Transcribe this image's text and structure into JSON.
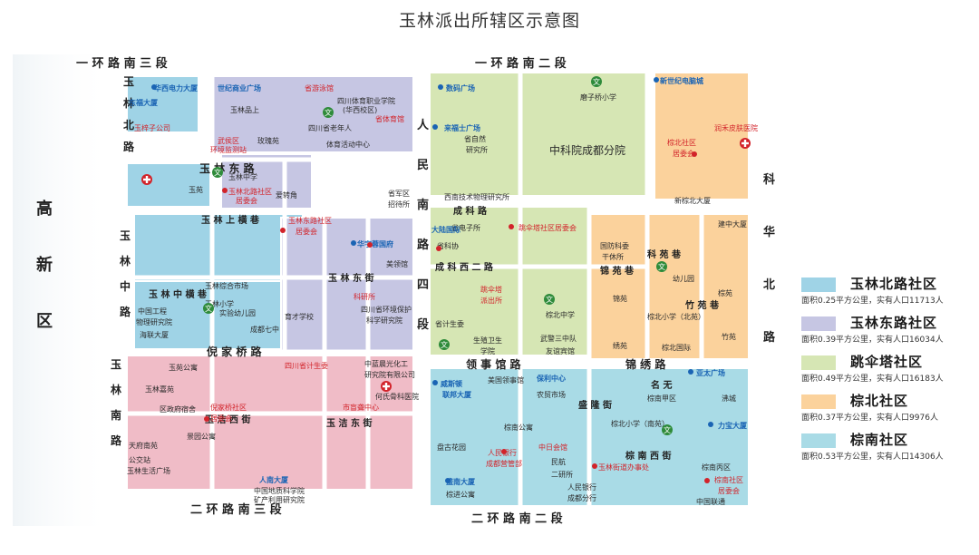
{
  "title": "玉林派出所辖区示意图",
  "colors": {
    "yulin_north": "#9fd3e6",
    "yulin_east": "#c6c6e3",
    "tiaosanta": "#d6e6b4",
    "zongbei": "#fbd29c",
    "zongnan": "#a9dbe6",
    "pink": "#f0bcc7",
    "road_text": "#222222",
    "label_blue": "#1a64b4",
    "label_red": "#d2232a",
    "hospital": "#d2232a",
    "school": "#2e8b3a"
  },
  "roads": {
    "north_west": "一 环 路 南 三 段",
    "north_east": "一 环 路 南 二 段",
    "south_west": "二 环 路 南 三 段",
    "south_east": "二 环 路 南 二 段",
    "gaoxin": [
      "高",
      "新",
      "区"
    ],
    "yulin_north_road": [
      "玉",
      "林",
      "北",
      "路"
    ],
    "yulin_middle_road": [
      "玉",
      "林",
      "中",
      "路"
    ],
    "yulin_south_road": [
      "玉",
      "林",
      "南",
      "路"
    ],
    "renmin_south_road_3": [
      "人",
      "民",
      "南",
      "路",
      "四",
      "段"
    ],
    "kehua_north_road": [
      "科",
      "华",
      "北",
      "路"
    ],
    "yulin_east_road": "玉 林 东 路",
    "yulin_xiang": "玉 林 上 横 巷",
    "yulin_zhong_xiang": "玉 林 中 横 巷",
    "nijia_qiao": "倪 家 桥 路",
    "lingshiguan": "领 事 馆 路",
    "jinxiu": "锦 绣 路",
    "yujie": "玉 洁 西 街",
    "yujie_east": "玉 洁 东 街",
    "yulin_south_street": "玉 林 东 街",
    "chengke_west_2": "成 科 西 二 路",
    "chengke": "成 科 路",
    "zongnan_west": "棕 南 西 街",
    "keyuan": "科 苑 巷",
    "jingyuan": "锦 苑 巷",
    "zhuyuan": "竹 苑 巷",
    "mingyu": "名 无",
    "shengxing": "盛 隆 街"
  },
  "labels": [
    {
      "id": "huaxi-power",
      "text": "华西电力大厦",
      "kind": "blue"
    },
    {
      "id": "dongfu",
      "text": "东福大厦",
      "kind": "blue"
    },
    {
      "id": "yuzi",
      "text": "玉梓子公司",
      "kind": "red"
    },
    {
      "id": "century-plaza",
      "text": "世纪商业广场",
      "kind": "blue"
    },
    {
      "id": "shengyou",
      "text": "省游泳馆",
      "kind": "red"
    },
    {
      "id": "sc-school",
      "text": "四川体育职业学院",
      "kind": "dark"
    },
    {
      "id": "huaxi-campus",
      "text": "(华西校区)",
      "kind": "dark"
    },
    {
      "id": "yulin-pin",
      "text": "玉林品上",
      "kind": "dark"
    },
    {
      "id": "laonian",
      "text": "四川省老年人",
      "kind": "dark"
    },
    {
      "id": "tiyu",
      "text": "省体育馆",
      "kind": "red"
    },
    {
      "id": "huodong",
      "text": "体育活动中心",
      "kind": "dark"
    },
    {
      "id": "wuhou",
      "text": "武侯区",
      "kind": "red"
    },
    {
      "id": "huanjing",
      "text": "环境监测站",
      "kind": "red"
    },
    {
      "id": "meiguiyuan",
      "text": "玫瑰苑",
      "kind": "dark"
    },
    {
      "id": "yulin-middle-school",
      "text": "玉林中学",
      "kind": "dark"
    },
    {
      "id": "yulin-bei-community",
      "text": "玉林北路社区",
      "kind": "red"
    },
    {
      "id": "juweihui",
      "text": "居委会",
      "kind": "red"
    },
    {
      "id": "yuyuan",
      "text": "玉苑",
      "kind": "dark"
    },
    {
      "id": "aizhuan",
      "text": "爱转角",
      "kind": "dark"
    },
    {
      "id": "yulin-east-community",
      "text": "玉林东路社区",
      "kind": "red"
    },
    {
      "id": "juweihui2",
      "text": "居委会",
      "kind": "red"
    },
    {
      "id": "huahuayuan",
      "text": "华宇蓉国府",
      "kind": "blue"
    },
    {
      "id": "shengfeng",
      "text": "省军区",
      "kind": "dark"
    },
    {
      "id": "zhaodaisuo",
      "text": "招待所",
      "kind": "dark"
    },
    {
      "id": "meiyuan",
      "text": "美领馆",
      "kind": "dark"
    },
    {
      "id": "yulin-sq",
      "text": "玉林综合市场",
      "kind": "dark"
    },
    {
      "id": "keyan",
      "text": "科研所",
      "kind": "red"
    },
    {
      "id": "huanjingbaohu",
      "text": "四川省环境保护",
      "kind": "dark"
    },
    {
      "id": "kexue",
      "text": "科学研究院",
      "kind": "dark"
    },
    {
      "id": "zhongguo",
      "text": "中国工程",
      "kind": "dark"
    },
    {
      "id": "wulisuo",
      "text": "物理研究院",
      "kind": "dark"
    },
    {
      "id": "haiyin",
      "text": "海联大厦",
      "kind": "dark"
    },
    {
      "id": "yulin-primary",
      "text": "玉林小学",
      "kind": "dark"
    },
    {
      "id": "shiyan",
      "text": "实验幼儿园",
      "kind": "dark"
    },
    {
      "id": "chengxie",
      "text": "成都七中",
      "kind": "dark"
    },
    {
      "id": "jiaoyuyuan",
      "text": "育才学校",
      "kind": "dark"
    },
    {
      "id": "yuyuan-gongyu",
      "text": "玉苑公寓",
      "kind": "dark"
    },
    {
      "id": "yulin-jiayuan",
      "text": "玉林嘉苑",
      "kind": "dark"
    },
    {
      "id": "quzheng",
      "text": "区政府宿舍",
      "kind": "dark"
    },
    {
      "id": "sc-danwei",
      "text": "四川省计生委",
      "kind": "red"
    },
    {
      "id": "nijia-community",
      "text": "倪家桥社区",
      "kind": "red"
    },
    {
      "id": "juweihui3",
      "text": "居委会",
      "kind": "red"
    },
    {
      "id": "zhonglan",
      "text": "中蓝晨光化工",
      "kind": "dark"
    },
    {
      "id": "yanjiu",
      "text": "研究院有限公司",
      "kind": "dark"
    },
    {
      "id": "hexin",
      "text": "何氏骨科医院",
      "kind": "dark"
    },
    {
      "id": "shijie",
      "text": "市盲聋中心",
      "kind": "red"
    },
    {
      "id": "tianfu-nanyuan",
      "text": "天府南苑",
      "kind": "dark"
    },
    {
      "id": "jingyuan-gongyu",
      "text": "景园公寓",
      "kind": "dark"
    },
    {
      "id": "gongjiaozhan",
      "text": "公交站",
      "kind": "dark"
    },
    {
      "id": "yulin-life",
      "text": "玉林生活广场",
      "kind": "dark"
    },
    {
      "id": "renmin-tower",
      "text": "人南大厦",
      "kind": "blue"
    },
    {
      "id": "zhongguo-dizhi",
      "text": "中国地质科学院",
      "kind": "dark"
    },
    {
      "id": "kuangchan",
      "text": "矿产利用研究院",
      "kind": "dark"
    },
    {
      "id": "shuma",
      "text": "数码广场",
      "kind": "blue"
    },
    {
      "id": "laifushi",
      "text": "来福士广场",
      "kind": "blue"
    },
    {
      "id": "shengziran",
      "text": "省自然",
      "kind": "dark"
    },
    {
      "id": "yanjiusuo",
      "text": "研究所",
      "kind": "dark"
    },
    {
      "id": "moziqiao",
      "text": "磨子桥小学",
      "kind": "dark"
    },
    {
      "id": "zhongkeyuan",
      "text": "中科院成都分院",
      "kind": "dark"
    },
    {
      "id": "xinshiji",
      "text": "新世纪电脑城",
      "kind": "blue"
    },
    {
      "id": "runtian",
      "text": "润禾皮肤医院",
      "kind": "red"
    },
    {
      "id": "zongbei-community",
      "text": "棕北社区",
      "kind": "red"
    },
    {
      "id": "juweihui4",
      "text": "居委会",
      "kind": "red"
    },
    {
      "id": "xinan",
      "text": "西南技术物理研究所",
      "kind": "dark"
    },
    {
      "id": "xinzongbei",
      "text": "新棕北大厦",
      "kind": "dark"
    },
    {
      "id": "shengdian",
      "text": "省电子所",
      "kind": "dark"
    },
    {
      "id": "dalu",
      "text": "大陆国际",
      "kind": "blue"
    },
    {
      "id": "shengkexie",
      "text": "省科协",
      "kind": "dark"
    },
    {
      "id": "tiaosanta-community",
      "text": "跳伞塔社区居委会",
      "kind": "red"
    },
    {
      "id": "guofang",
      "text": "国防科委",
      "kind": "dark"
    },
    {
      "id": "xiuxiusuo",
      "text": "干休所",
      "kind": "dark"
    },
    {
      "id": "jianzhong",
      "text": "建中大厦",
      "kind": "dark"
    },
    {
      "id": "tiaosanta-police",
      "text": "跳伞塔",
      "kind": "red"
    },
    {
      "id": "paichusuo",
      "text": "派出所",
      "kind": "red"
    },
    {
      "id": "zongbei-middle",
      "text": "棕北中学",
      "kind": "dark"
    },
    {
      "id": "shengjisheng",
      "text": "省计生委",
      "kind": "dark"
    },
    {
      "id": "shengzhi",
      "text": "生殖卫生",
      "kind": "dark"
    },
    {
      "id": "xueyuan",
      "text": "学院",
      "kind": "dark"
    },
    {
      "id": "wujing",
      "text": "武警三中队",
      "kind": "dark"
    },
    {
      "id": "youyi",
      "text": "友谊宾馆",
      "kind": "dark"
    },
    {
      "id": "youeryuan",
      "text": "幼儿园",
      "kind": "dark"
    },
    {
      "id": "jingyuan-name",
      "text": "锦苑",
      "kind": "dark"
    },
    {
      "id": "zongyuan",
      "text": "棕苑",
      "kind": "dark"
    },
    {
      "id": "zongbei-primary",
      "text": "棕北小学（北苑）",
      "kind": "dark"
    },
    {
      "id": "xiuyuan",
      "text": "绣苑",
      "kind": "dark"
    },
    {
      "id": "zongbei-intl",
      "text": "棕北国际",
      "kind": "dark"
    },
    {
      "id": "zhuyuan-name",
      "text": "竹苑",
      "kind": "dark"
    },
    {
      "id": "meiguo",
      "text": "美国领事馆",
      "kind": "dark"
    },
    {
      "id": "baoli",
      "text": "保利中心",
      "kind": "blue"
    },
    {
      "id": "yataiguangchang",
      "text": "亚太广场",
      "kind": "blue"
    },
    {
      "id": "weisite",
      "text": "威斯顿",
      "kind": "blue"
    },
    {
      "id": "lianhe",
      "text": "联邦大厦",
      "kind": "blue"
    },
    {
      "id": "nongfa",
      "text": "农贸市场",
      "kind": "dark"
    },
    {
      "id": "zongnan-jiayuan",
      "text": "棕南甲区",
      "kind": "dark"
    },
    {
      "id": "cheng",
      "text": "沸城",
      "kind": "dark"
    },
    {
      "id": "zongnan-gongyu",
      "text": "棕南公寓",
      "kind": "dark"
    },
    {
      "id": "zhonri",
      "text": "中日会馆",
      "kind": "red"
    },
    {
      "id": "zongnan-primary",
      "text": "棕北小学（南苑）",
      "kind": "dark"
    },
    {
      "id": "libao",
      "text": "力宝大厦",
      "kind": "blue"
    },
    {
      "id": "panlong",
      "text": "盘古花园",
      "kind": "dark"
    },
    {
      "id": "renmin-bank",
      "text": "人民银行",
      "kind": "red"
    },
    {
      "id": "yingye",
      "text": "成都营管部",
      "kind": "red"
    },
    {
      "id": "minhang",
      "text": "民航",
      "kind": "dark"
    },
    {
      "id": "ersuo",
      "text": "二研所",
      "kind": "dark"
    },
    {
      "id": "shengnan",
      "text": "盛南大厦",
      "kind": "blue"
    },
    {
      "id": "yulin-street-office",
      "text": "玉林街道办事处",
      "kind": "red"
    },
    {
      "id": "renmin-bank2",
      "text": "人民银行",
      "kind": "dark"
    },
    {
      "id": "chengdu-branch",
      "text": "成都分行",
      "kind": "dark"
    },
    {
      "id": "zongnan-yiqu",
      "text": "棕南丙区",
      "kind": "dark"
    },
    {
      "id": "zongnan-community",
      "text": "棕南社区",
      "kind": "red"
    },
    {
      "id": "juweihui5",
      "text": "居委会",
      "kind": "red"
    },
    {
      "id": "zongjin",
      "text": "棕进公寓",
      "kind": "dark"
    },
    {
      "id": "liantong",
      "text": "中国联通",
      "kind": "dark"
    }
  ],
  "legend": [
    {
      "name": "玉林北路社区",
      "stat": "面积0.25平方公里，实有人口11713人",
      "color_key": "yulin_north"
    },
    {
      "name": "玉林东路社区",
      "stat": "面积0.39平方公里，实有人口16034人",
      "color_key": "yulin_east"
    },
    {
      "name": "跳伞塔社区",
      "stat": "面积0.49平方公里，实有人口16183人",
      "color_key": "tiaosanta"
    },
    {
      "name": "棕北社区",
      "stat": "面积0.37平方公里，实有人口9976人",
      "color_key": "zongbei"
    },
    {
      "name": "棕南社区",
      "stat": "面积0.53平方公里，实有人口14306人",
      "color_key": "zongnan"
    }
  ]
}
